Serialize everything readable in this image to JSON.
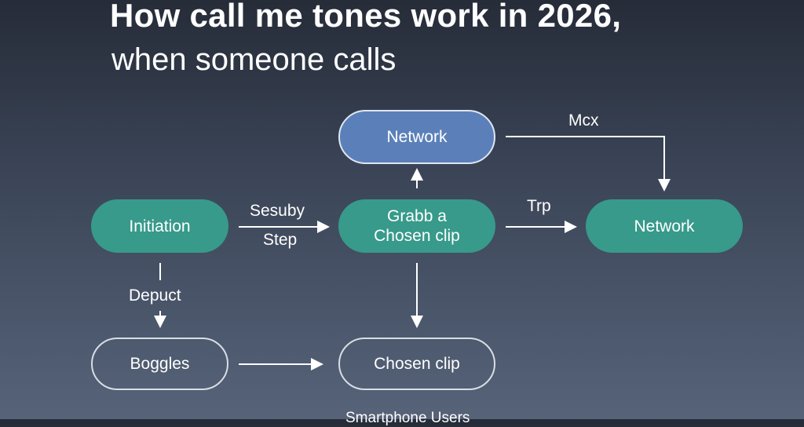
{
  "title": {
    "line1": "How call me tones work in 2026,",
    "line2": "when someone calls"
  },
  "nodes": {
    "initiation": "Initiation",
    "grab": "Grabb a Chosen clip",
    "network_top": "Network",
    "network_right": "Network",
    "boggles": "Boggles",
    "chosen_clip": "Chosen clip"
  },
  "edge_labels": {
    "sesuby": "Sesuby",
    "step": "Step",
    "trp": "Trp",
    "mcx": "Mcx",
    "deputy": "Depuct"
  },
  "footer": "Smartphone Users",
  "colors": {
    "teal": "#379a8b",
    "blue": "#5b80b9"
  }
}
